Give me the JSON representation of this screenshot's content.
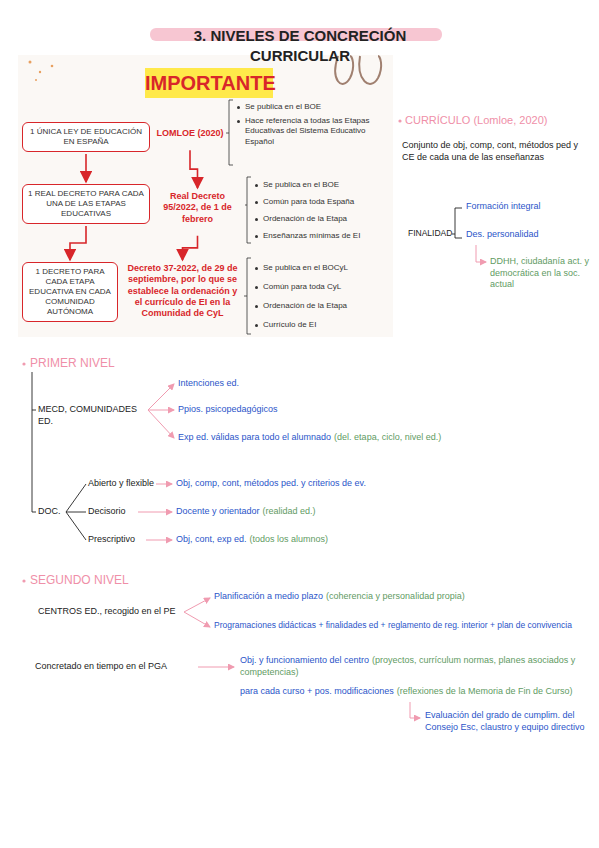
{
  "diagram": {
    "title": "3. NIVELES DE CONCRECIÓN CURRICULAR",
    "nodes": [
      {
        "text": [
          "1 ÚNICA LEY DE EDUCACIÓN EN ESPAÑA"
        ]
      },
      {
        "text": [
          "LOMLOE (2020)"
        ]
      },
      {
        "text": [
          "1 REAL DECRETO PARA CADA UNA DE LAS ETAPAS EDUCATIVAS"
        ]
      },
      {
        "text": [
          "Real Decreto 95/2022, de 1 de febrero"
        ]
      },
      {
        "text": [
          "1 DECRETO PARA CADA ETAPA EDUCATIVA EN CADA COMUNIDAD AUTÓNOMA"
        ]
      },
      {
        "text": [
          "Decreto 37-2022, de 29 de septiembre, por lo que se establece la ordenación y el currículo de EI en la Comunidad de CyL"
        ]
      }
    ],
    "edges": [
      {
        "from": 0,
        "to": 2,
        "arrow": "to"
      },
      {
        "from": 2,
        "to": 4,
        "arrow": "to"
      },
      {
        "from": 1,
        "to": 3,
        "arrow": "to"
      },
      {
        "from": 3,
        "to": 5,
        "arrow": "to"
      }
    ],
    "labels": [
      "IMPORTANTE",
      "Se publica en el BOE",
      "Hace referencia a todas las Etapas Educativas del Sistema Educativo Español",
      "Se publica en el BOE",
      "Común para toda España",
      "Ordenación de la Etapa",
      "Enseñanzas mínimas de EI",
      "Se publica en el BOCyL",
      "Común para toda CyL",
      "Ordenación de la Etapa",
      "Currículo de EI",
      "CURRÍCULO (Lomloe, 2020)",
      "Conjunto de obj, comp, cont, métodos ped y CE de cada una de las enseñanzas",
      "FINALIDAD",
      "Formación integral",
      "Des. personalidad",
      "DDHH, ciudadanía act. y democrática en la soc. actual",
      "PRIMER NIVEL",
      "MECD, COMUNIDADES ED.",
      "Intenciones ed.",
      "Ppios. psicopedagógicos",
      "Exp ed. válidas para todo el alumnado",
      "(del. etapa, ciclo, nivel ed.)",
      "DOC.",
      "Abierto y flexible",
      "Obj, comp, cont, métodos ped. y criterios de ev.",
      "Decisorio",
      "Docente y orientador",
      "(realidad ed.)",
      "Prescriptivo",
      "Obj, cont, exp ed.",
      "(todos los alumnos)",
      "SEGUNDO NIVEL",
      "CENTROS ED., recogido en el PE",
      "Planificación a medio plazo",
      "(coherencia y personalidad propia)",
      "Programaciones didácticas + finalidades ed + reglamento de reg. interior + plan de convivencia",
      "Concretado en tiempo en el PGA",
      "Obj. y funcionamiento del centro",
      "(proyectos, currículum normas, planes asociados y competencias)",
      "para cada curso + pos. modificaciones",
      "(reflexiones de la Memoria de Fin de Curso)",
      "Evaluación del grado de cumplim. del Consejo Esc, claustro y equipo directivo"
    ]
  }
}
